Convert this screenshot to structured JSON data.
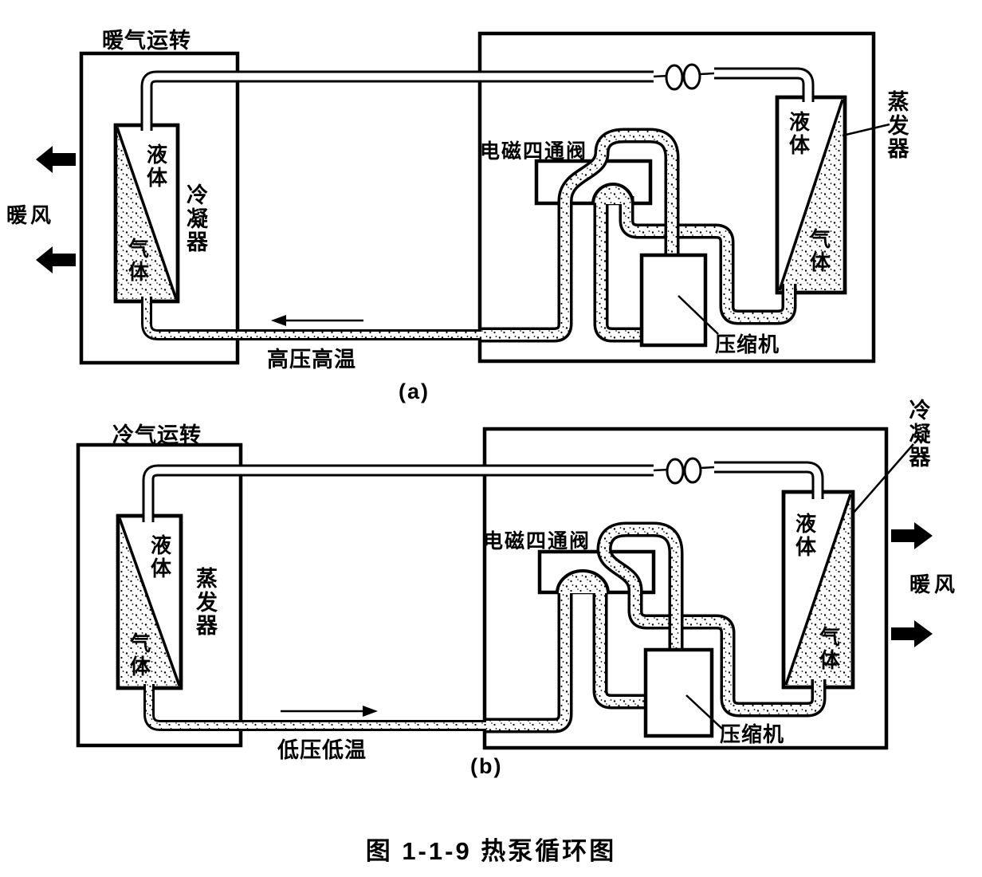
{
  "colors": {
    "ink": "#000000",
    "paper": "#ffffff"
  },
  "caption": "图 1-1-9  热泵循环图",
  "panel_a": {
    "panel_label": "(a)",
    "mode": "暖气运转",
    "airflow": "暖风",
    "indoor_exchanger": {
      "liquid": "液体",
      "gas": "气体",
      "name": "冷凝器"
    },
    "valve": "电磁四通阀",
    "compressor": "压缩机",
    "outdoor_exchanger": {
      "liquid": "液体",
      "gas": "气体",
      "name": "蒸发器"
    },
    "pipe_state": "高压高温",
    "flow_direction": "left"
  },
  "panel_b": {
    "panel_label": "(b)",
    "mode": "冷气运转",
    "airflow": "暖风",
    "indoor_exchanger": {
      "liquid": "液体",
      "gas": "气体",
      "name": "蒸发器"
    },
    "valve": "电磁四通阀",
    "compressor": "压缩机",
    "outdoor_exchanger": {
      "liquid": "液体",
      "gas": "气体",
      "name": "冷凝器"
    },
    "pipe_state": "低压低温",
    "flow_direction": "right"
  }
}
